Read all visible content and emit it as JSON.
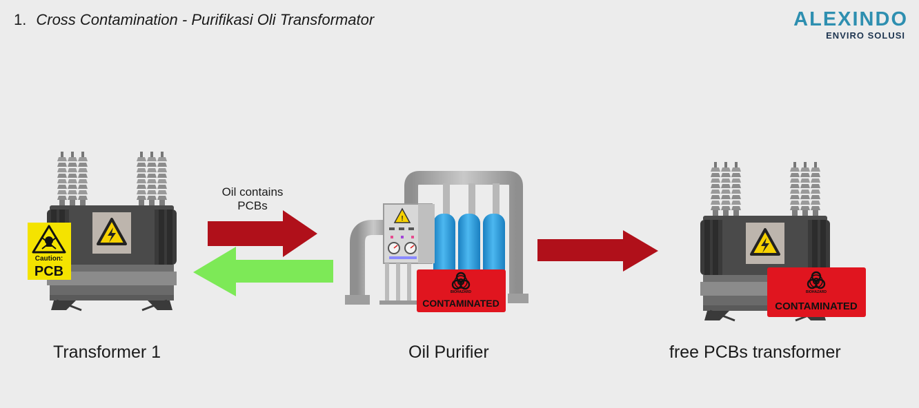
{
  "header": {
    "number": "1.",
    "title": "Cross Contamination - Purifikasi Oli Transformator"
  },
  "logo": {
    "brand": "ALEXINDO",
    "subtitle": "ENVIRO SOLUSI"
  },
  "arrow_label": {
    "line1": "Oil contains",
    "line2": "PCBs"
  },
  "captions": {
    "transformer1": "Transformer 1",
    "purifier": "Oil Purifier",
    "free_transformer": "free PCBs transformer"
  },
  "labels": {
    "caution": "Caution:",
    "pcb": "PCB",
    "contaminated": "CONTAMINATED",
    "biohazard": "BIOHAZARD"
  },
  "colors": {
    "red_arrow": "#b0101a",
    "green_arrow": "#7de957",
    "caution_yellow": "#f4e300",
    "contaminated_red": "#e0151f",
    "cylinder_blue": "#2ea0e0",
    "transformer_dark": "#3e3e3e",
    "background": "#ececec"
  },
  "icons": [
    "high-voltage-icon",
    "skull-icon",
    "biohazard-icon",
    "gauge-icon"
  ]
}
